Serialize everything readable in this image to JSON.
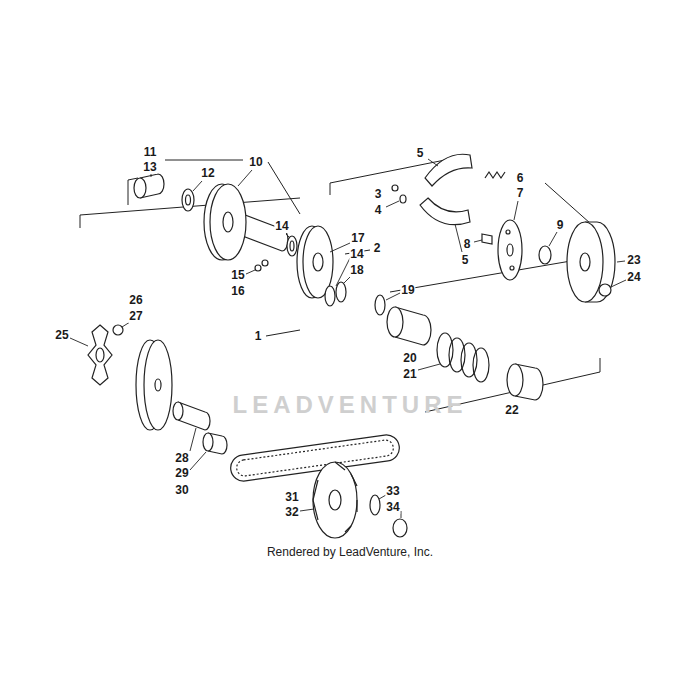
{
  "diagram": {
    "labels": [
      "11",
      "13",
      "12",
      "10",
      "14",
      "5",
      "3",
      "4",
      "6",
      "7",
      "2",
      "8",
      "5",
      "9",
      "15",
      "16",
      "17",
      "14",
      "18",
      "19",
      "23",
      "24",
      "26",
      "27",
      "25",
      "1",
      "20",
      "21",
      "22",
      "28",
      "29",
      "30",
      "31",
      "32",
      "33",
      "34",
      "LEADVENTURE",
      "Rendered by LeadVenture, Inc."
    ]
  }
}
